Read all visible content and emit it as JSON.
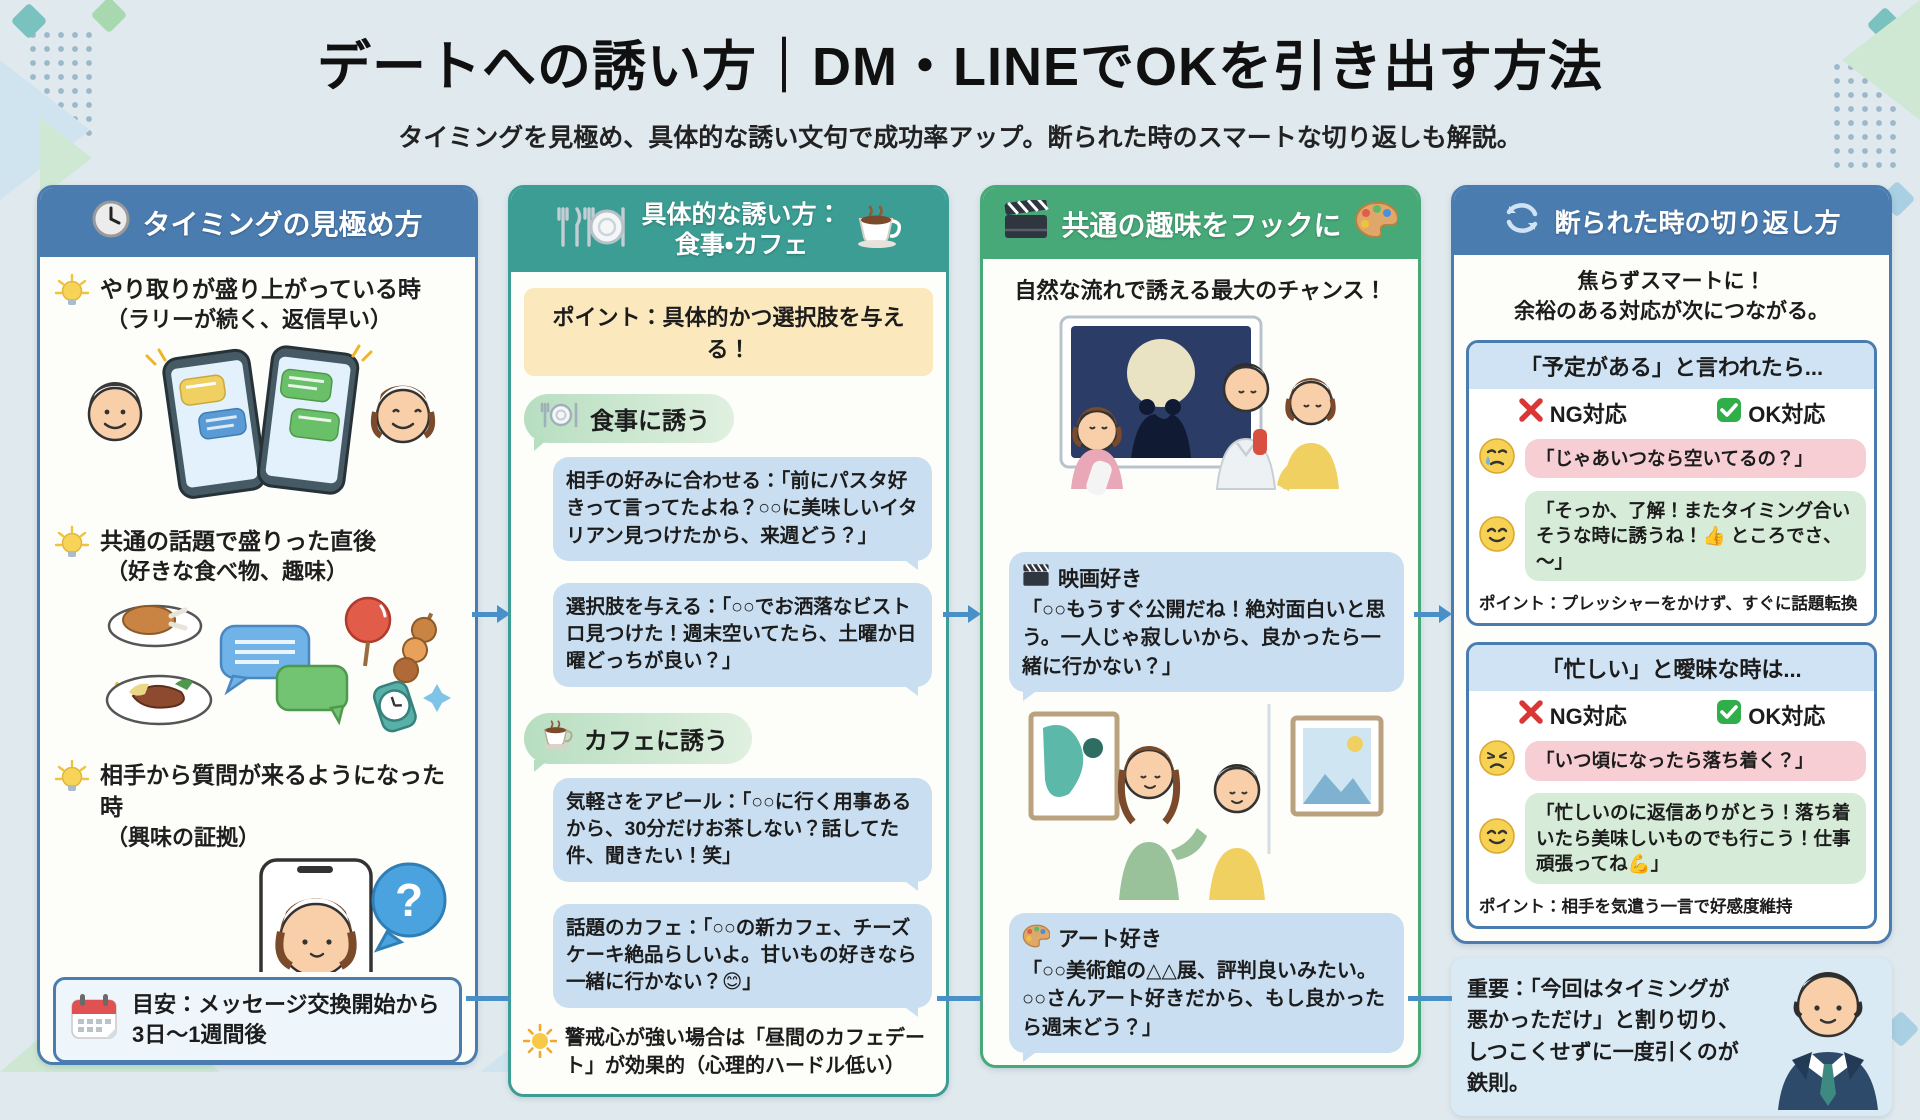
{
  "page": {
    "title": "デートへの誘い方｜DM・LINEでOKを引き出す方法",
    "subtitle": "タイミングを見極め、具体的な誘い文句で成功率アップ。断られた時のスマートな切り返しも解説。"
  },
  "colors": {
    "background": "#dfe9ee",
    "col1_header": "#4a7cb0",
    "col2_header": "#3b9d93",
    "col3_header": "#47a878",
    "col4_header": "#4a7cb0",
    "point_box": "#fbe9bd",
    "chat_bubble_blue": "#c9def1",
    "ng_bubble_pink": "#f6ced3",
    "ok_bubble_green": "#d6ecd8",
    "ng_red": "#d93636",
    "ok_green": "#2fae4a",
    "connector_blue": "#4a90c8"
  },
  "icons": {
    "col1_header": "clock-icon",
    "col1_items": "lightbulb-icon",
    "col1_footer": "calendar-icon",
    "col2_header_left": "cutlery-plate-icon",
    "col2_header_right": "coffee-cup-icon",
    "meal_pill": "plate-icon",
    "cafe_pill": "coffee-cup-icon",
    "col2_footer": "sun-icon",
    "col3_header_left": "clapperboard-icon",
    "col3_header_right": "palette-icon",
    "col4_header": "refresh-icon",
    "ng": "red-cross-icon",
    "ok": "green-check-icon"
  },
  "col1": {
    "header": "タイミングの見極め方",
    "items": [
      {
        "title": "やり取りが盛り上がっている時",
        "note": "（ラリーが続く、返信早い）"
      },
      {
        "title": "共通の話題で盛りった直後",
        "note": "（好きな食べ物、趣味）"
      },
      {
        "title": "相手から質問が来るようになった時",
        "note": "（興味の証拠）"
      }
    ],
    "footer": "目安：メッセージ交換開始から3日～1週間後"
  },
  "col2": {
    "header_line1": "具体的な誘い方：",
    "header_line2": "食事・カフェ",
    "point": "ポイント：具体的かつ選択肢を与える！",
    "meal_label": "食事に誘う",
    "meal_bubbles": [
      "相手の好みに合わせる：「前にパスタ好きって言ってたよね？○○に美味しいイタリアン見つけたから、来週どう？」",
      "選択肢を与える：「○○でお洒落なビストロ見つけた！週末空いてたら、土曜か日曜どっちが良い？」"
    ],
    "cafe_label": "カフェに誘う",
    "cafe_bubbles": [
      "気軽さをアピール：「○○に行く用事あるから、30分だけお茶しない？話してた件、聞きたい！笑」",
      "話題のカフェ：「○○の新カフェ、チーズケーキ絶品らしいよ。甘いもの好きなら一緒に行かない？😊」"
    ],
    "footer": "警戒心が強い場合は「昼間のカフェデート」が効果的（心理的ハードル低い）"
  },
  "col3": {
    "header": "共通の趣味をフックに",
    "lead": "自然な流れで誘える最大のチャンス！",
    "movie_title": "映画好き",
    "movie_text": "「○○もうすぐ公開だね！絶対面白いと思う。一人じゃ寂しいから、良かったら一緒に行かない？」",
    "art_title": "アート好き",
    "art_text": "「○○美術館の△△展、評判良いみたい。○○さんアート好きだから、もし良かったら週末どう？」"
  },
  "col4": {
    "header": "断られた時の切り返し方",
    "lead_line1": "焦らずスマートに！",
    "lead_line2": "余裕のある対応が次につながる。",
    "sections": [
      {
        "title": "「予定がある」と言われたら...",
        "ng_label": "NG対応",
        "ok_label": "OK対応",
        "ng_text": "「じゃあいつなら空いてるの？」",
        "ok_text": "「そっか、了解！またタイミング合いそうな時に誘うね！👍 ところでさ、～」",
        "point": "ポイント：プレッシャーをかけず、すぐに話題転換"
      },
      {
        "title": "「忙しい」と曖昧な時は...",
        "ng_label": "NG対応",
        "ok_label": "OK対応",
        "ng_text": "「いつ頃になったら落ち着く？」",
        "ok_text": "「忙しいのに返信ありがとう！落ち着いたら美味しいものでも行こう！仕事頑張ってね💪」",
        "point": "ポイント：相手を気遣う一言で好感度維持"
      }
    ],
    "important": "重要：「今回はタイミングが悪かっただけ」と割り切り、しつこくせずに一度引くのが鉄則。"
  }
}
